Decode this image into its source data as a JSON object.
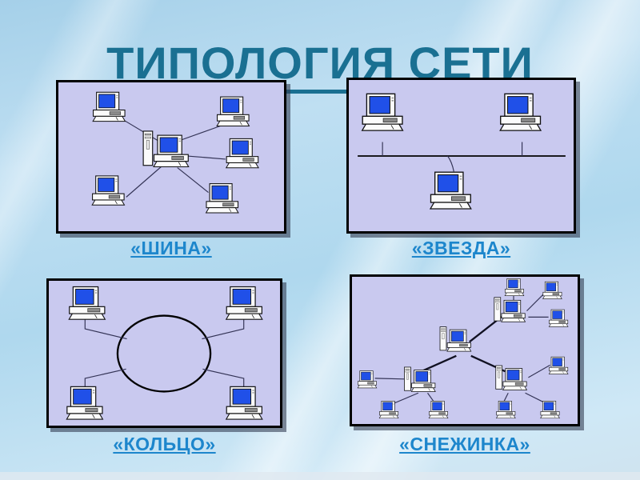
{
  "slide": {
    "title": "ТИПОЛОГИЯ СЕТИ"
  },
  "panels": [
    {
      "key": "shina",
      "label": "«ШИНА»",
      "diagram": "central-server-with-5-computers",
      "computer_count": 6
    },
    {
      "key": "zvezda",
      "label": "«ЗВЕЗДА»",
      "diagram": "horizontal-bus-with-3-computers",
      "computer_count": 3
    },
    {
      "key": "kolco",
      "label": "«КОЛЬЦО»",
      "diagram": "ring-ellipse-with-4-computers",
      "computer_count": 4
    },
    {
      "key": "snezhinka",
      "label": "«СНЕЖИНКА»",
      "diagram": "snowflake-tree-4-servers-9-clients",
      "computer_count": 13
    }
  ],
  "colors": {
    "title_text": "#1a7092",
    "label_link": "#1d86cc",
    "panel_background": "#c9c9ef",
    "panel_border": "#000000",
    "panel_shadow": "#343e54",
    "monitor_screen": "#2050e8",
    "background_blue": "#afd8ee"
  }
}
